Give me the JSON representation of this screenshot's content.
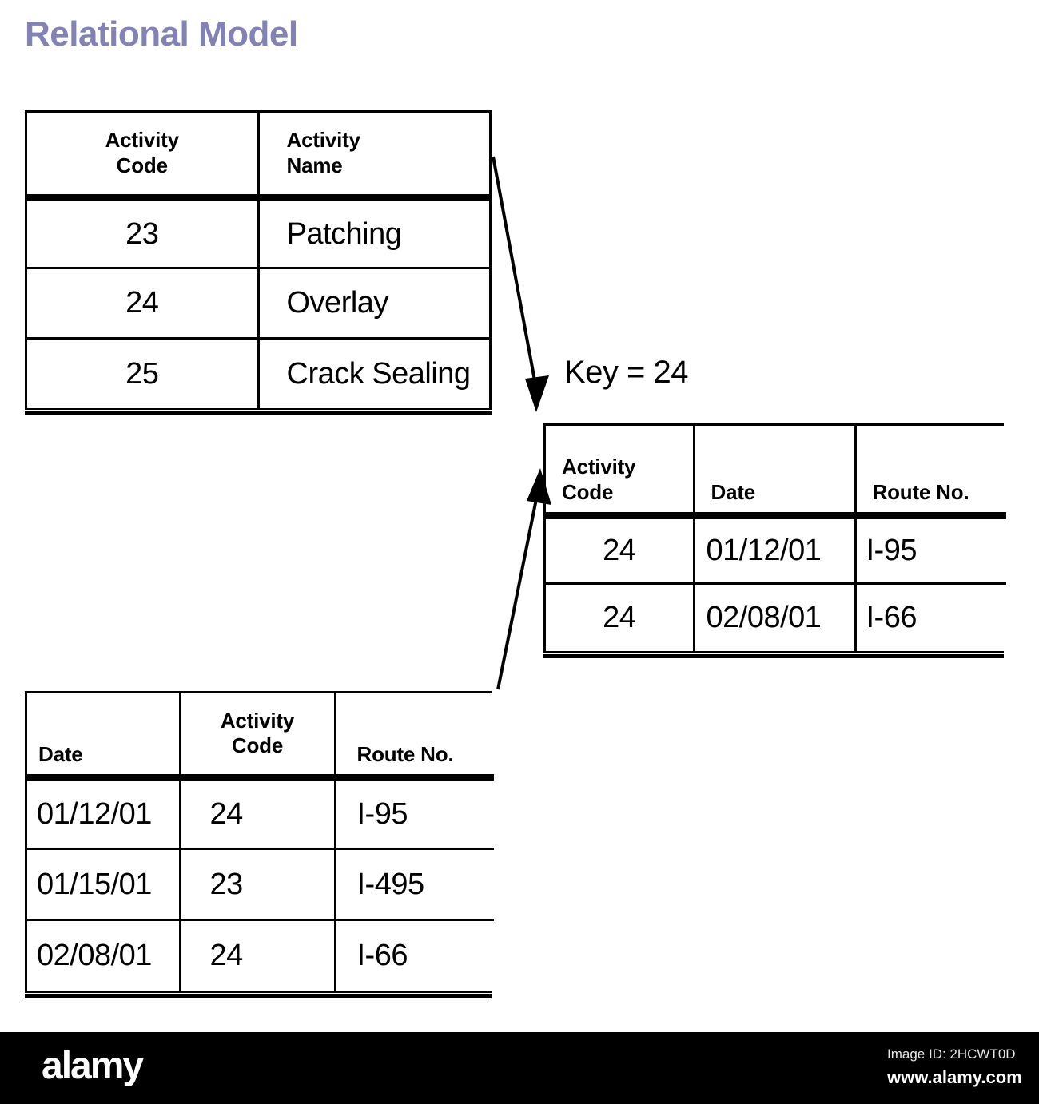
{
  "title": "Relational Model",
  "title_color": "#8282b4",
  "key_label": "Key = 24",
  "tables": {
    "activity": {
      "name": "Activity table",
      "headers": [
        "Activity\nCode",
        "Activity\nName"
      ],
      "header_lines": [
        [
          "Activity",
          "Code"
        ],
        [
          "Activity",
          "Name"
        ]
      ],
      "rows": [
        {
          "code": "23",
          "name": "Patching"
        },
        {
          "code": "24",
          "name": "Overlay"
        },
        {
          "code": "25",
          "name": "Crack Sealing"
        }
      ]
    },
    "result": {
      "name": "Joined result table",
      "header_lines": [
        [
          "Activity",
          "Code"
        ],
        [
          "",
          "Date"
        ],
        [
          "",
          "Route No."
        ]
      ],
      "rows": [
        {
          "code": "24",
          "date": "01/12/01",
          "route": "I-95"
        },
        {
          "code": "24",
          "date": "02/08/01",
          "route": "I-66"
        }
      ]
    },
    "log": {
      "name": "Activity log table",
      "header_lines": [
        [
          "",
          "Date"
        ],
        [
          "Activity",
          "Code"
        ],
        [
          "",
          "Route No."
        ]
      ],
      "rows": [
        {
          "date": "01/12/01",
          "code": "24",
          "route": "I-95"
        },
        {
          "date": "01/15/01",
          "code": "23",
          "route": "I-495"
        },
        {
          "date": "02/08/01",
          "code": "24",
          "route": "I-66"
        }
      ]
    }
  },
  "arrows": [
    {
      "name": "activity-to-result",
      "from": "activity-table",
      "to": "result-table"
    },
    {
      "name": "log-to-result",
      "from": "log-table",
      "to": "result-table"
    }
  ],
  "footer": {
    "logo": "alamy",
    "image_id": "Image ID: 2HCWT0D",
    "url": "www.alamy.com"
  }
}
